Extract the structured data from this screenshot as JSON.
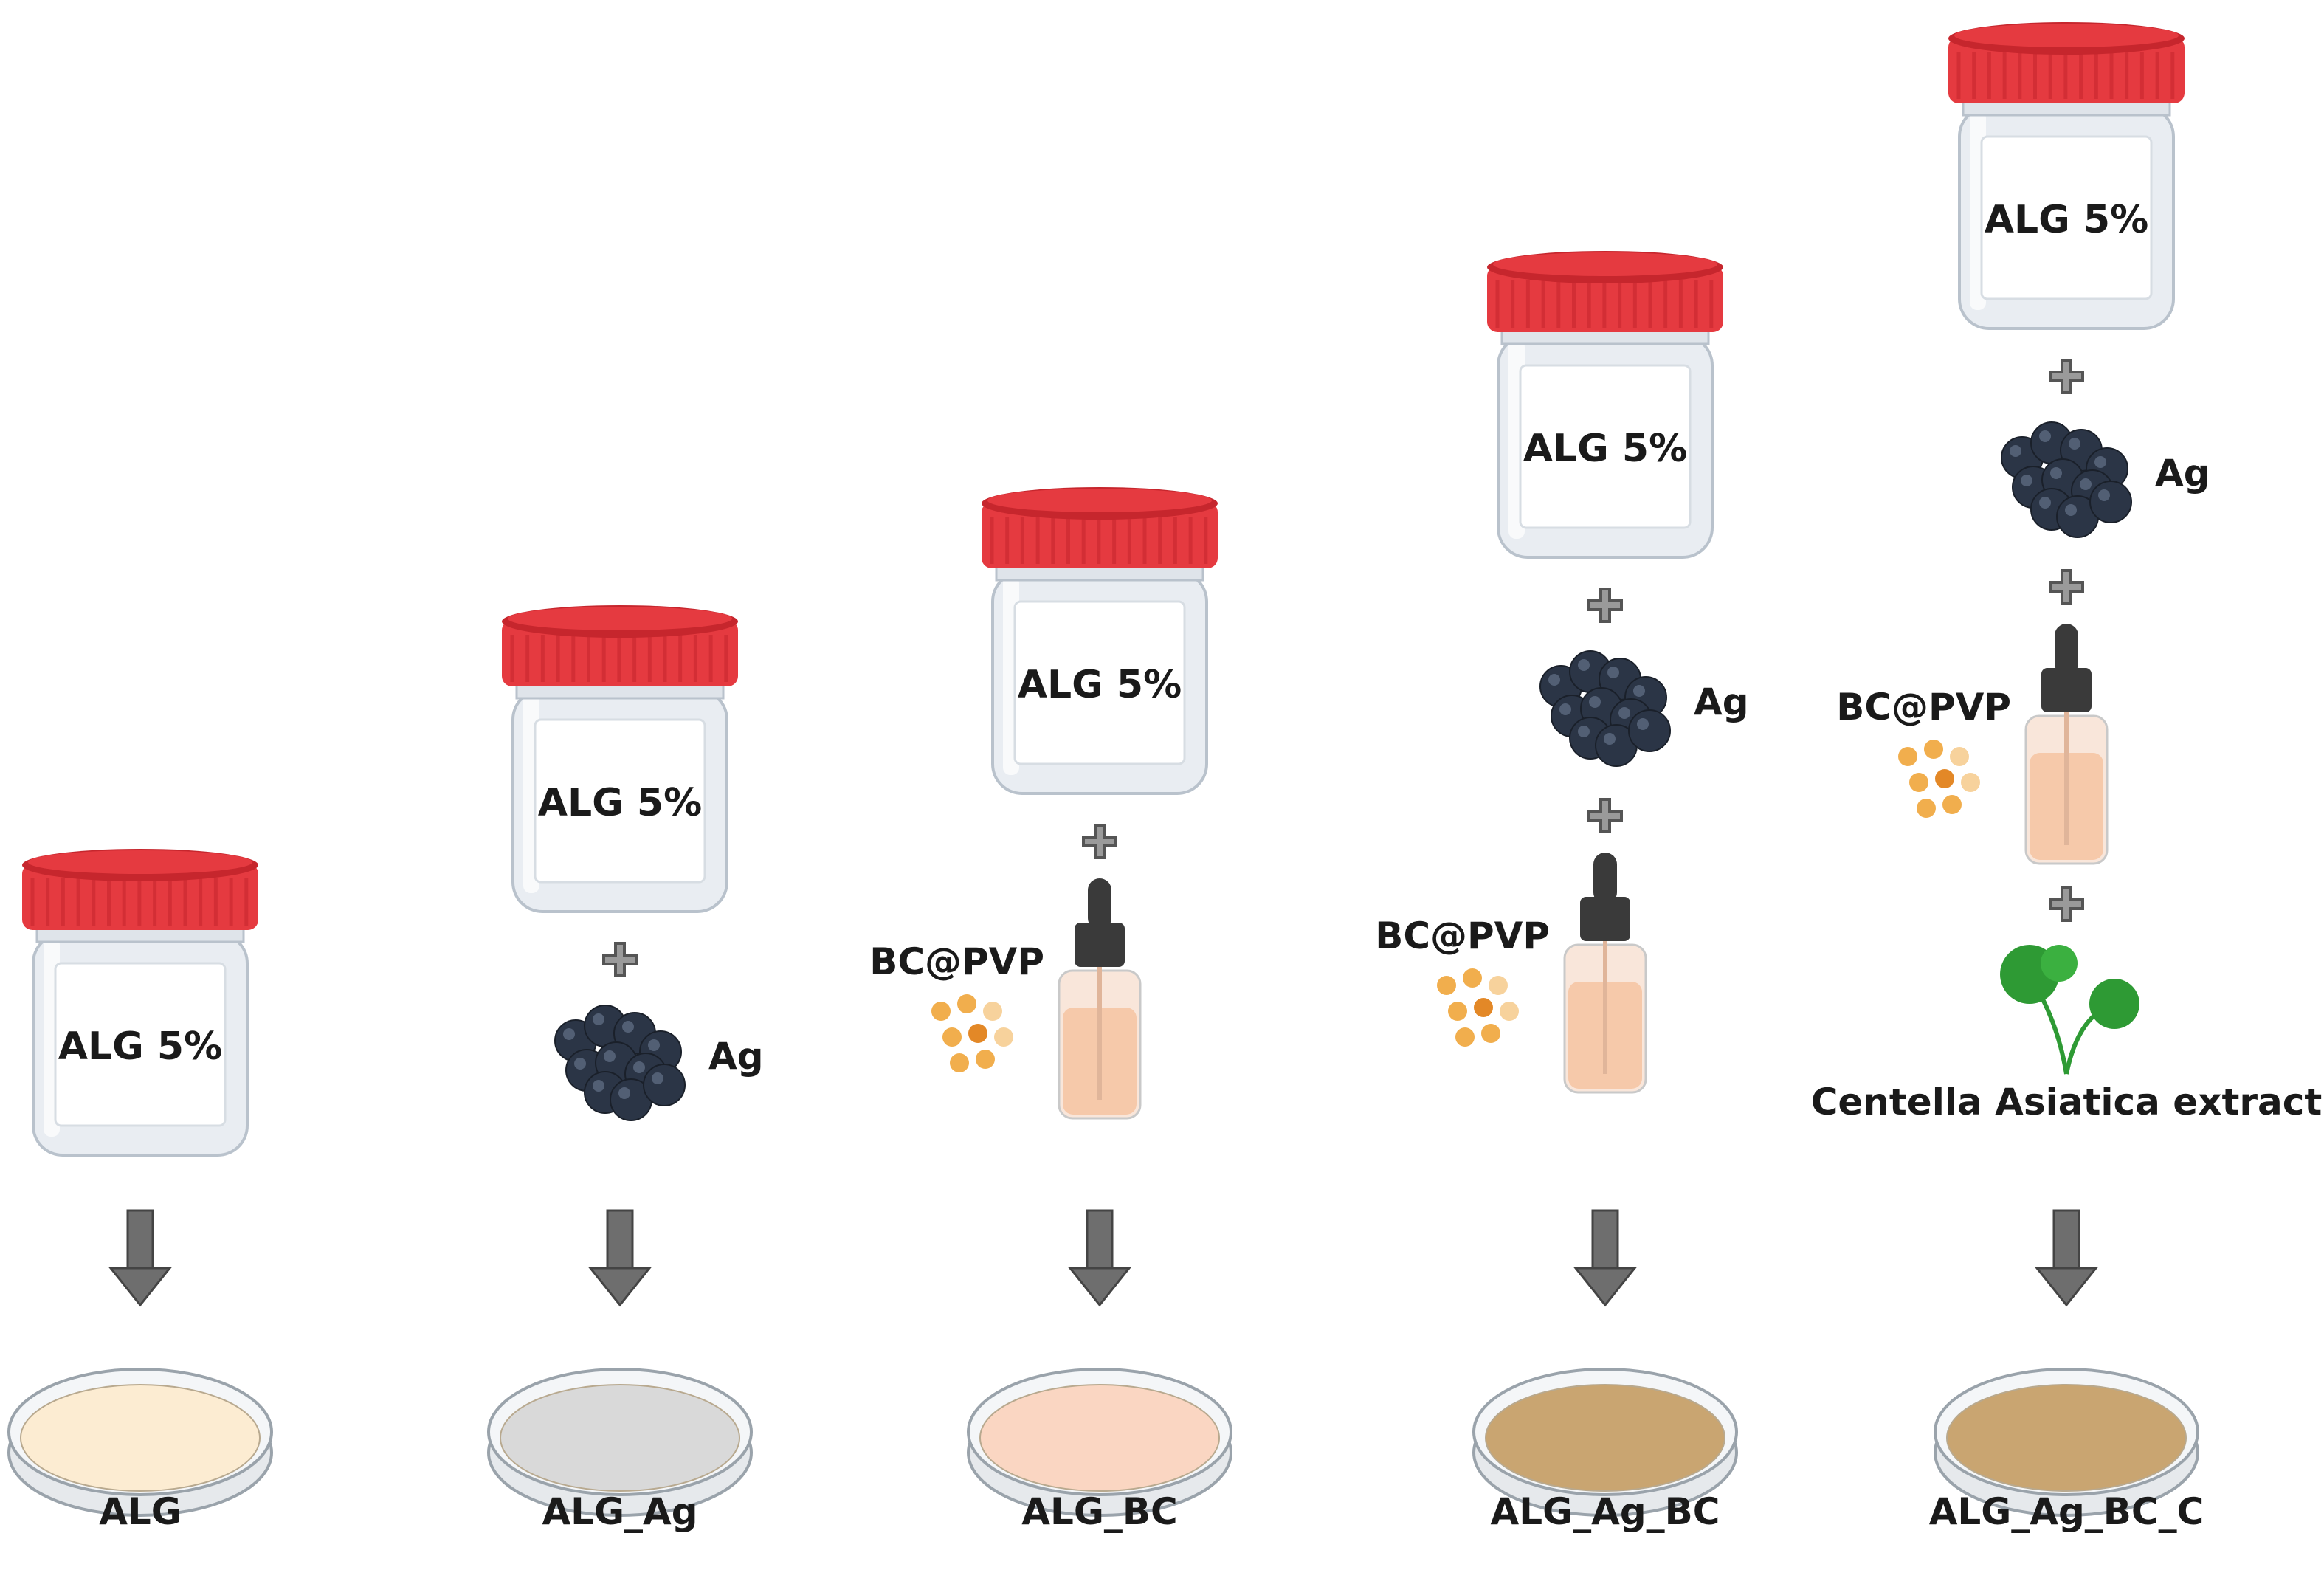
{
  "colors": {
    "cap": "#e53a40",
    "cap_dark": "#c6262d",
    "jar_glass": "#e9edf2",
    "jar_label": "#ffffff",
    "arrow": "#6e6e6e",
    "particle": "#2b3546",
    "bottle_liquid": "#f6c9aa",
    "dropper_dark": "#3a3a3a",
    "dot_orange": "#f0a53a",
    "plant": "#2e9a34"
  },
  "icons": {
    "jar": "sample-jar-icon",
    "plus": "plus-icon",
    "nanoparticle": "nanoparticle-cluster-icon",
    "dropper": "dropper-bottle-icon",
    "plant": "centella-plant-icon",
    "arrow": "down-arrow-icon",
    "dish": "petri-dish-icon"
  },
  "columns": [
    {
      "jar_label": "ALG 5%",
      "additives": [],
      "dish_label": "ALG",
      "dish_fill": "#fcecd2"
    },
    {
      "jar_label": "ALG 5%",
      "additives": [
        {
          "kind": "particles",
          "label": "Ag"
        }
      ],
      "dish_label": "ALG_Ag",
      "dish_fill": "#d9d9d9"
    },
    {
      "jar_label": "ALG 5%",
      "additives": [
        {
          "kind": "dropper",
          "label": "BC@PVP"
        }
      ],
      "dish_label": "ALG_BC",
      "dish_fill": "#fad6c2"
    },
    {
      "jar_label": "ALG 5%",
      "additives": [
        {
          "kind": "particles",
          "label": "Ag"
        },
        {
          "kind": "dropper",
          "label": "BC@PVP"
        }
      ],
      "dish_label": "ALG_Ag_BC",
      "dish_fill": "#c9a571"
    },
    {
      "jar_label": "ALG 5%",
      "additives": [
        {
          "kind": "particles",
          "label": "Ag"
        },
        {
          "kind": "dropper",
          "label": "BC@PVP"
        },
        {
          "kind": "plant",
          "label": "Centella Asiatica extract"
        }
      ],
      "dish_label": "ALG_Ag_BC_C",
      "dish_fill": "#c9a571"
    }
  ]
}
